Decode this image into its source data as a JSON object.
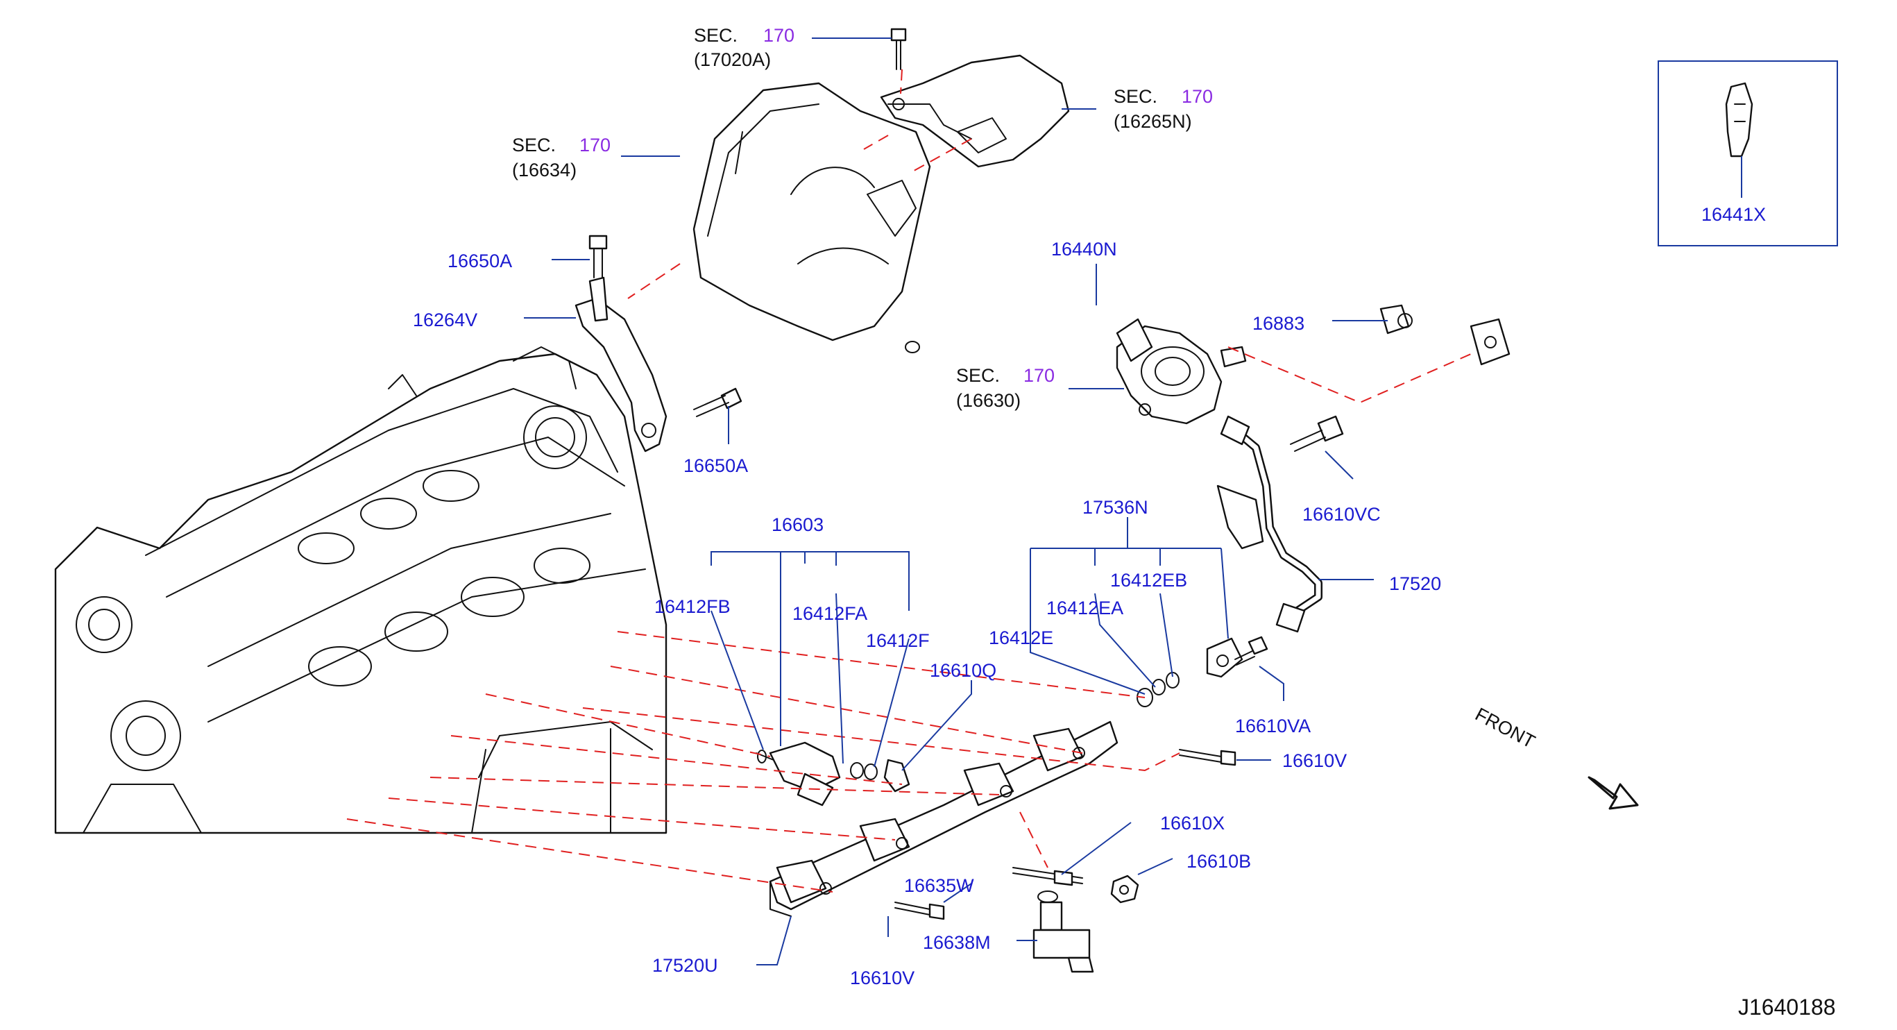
{
  "diagram": {
    "figure_id": "J1640188",
    "front_label": "FRONT",
    "sec_prefix": "SEC.",
    "sec_refs": [
      {
        "num": "170",
        "code": "(17020A)"
      },
      {
        "num": "170",
        "code": "(16265N)"
      },
      {
        "num": "170",
        "code": "(16634)"
      },
      {
        "num": "170",
        "code": "(16630)"
      }
    ],
    "part_labels": {
      "p16650A_top": "16650A",
      "p16264V": "16264V",
      "p16650A_bot": "16650A",
      "p16440N": "16440N",
      "p16883": "16883",
      "p16441X": "16441X",
      "p16603": "16603",
      "p16412FB": "16412FB",
      "p16412FA": "16412FA",
      "p16412F": "16412F",
      "p16610Q": "16610Q",
      "p17536N": "17536N",
      "p16412EB": "16412EB",
      "p16412EA": "16412EA",
      "p16412E": "16412E",
      "p16610VC": "16610VC",
      "p17520": "17520",
      "p16610VA": "16610VA",
      "p16610V_right": "16610V",
      "p16610X": "16610X",
      "p16610B": "16610B",
      "p16635W": "16635W",
      "p16638M": "16638M",
      "p17520U": "17520U",
      "p16610V_bot": "16610V"
    }
  },
  "colors": {
    "label_blue": "#1a1ad0",
    "sec_purple": "#8a2be2",
    "leader_line": "#1a3aa0",
    "dashed_red": "#e02020",
    "outline": "#111111"
  }
}
